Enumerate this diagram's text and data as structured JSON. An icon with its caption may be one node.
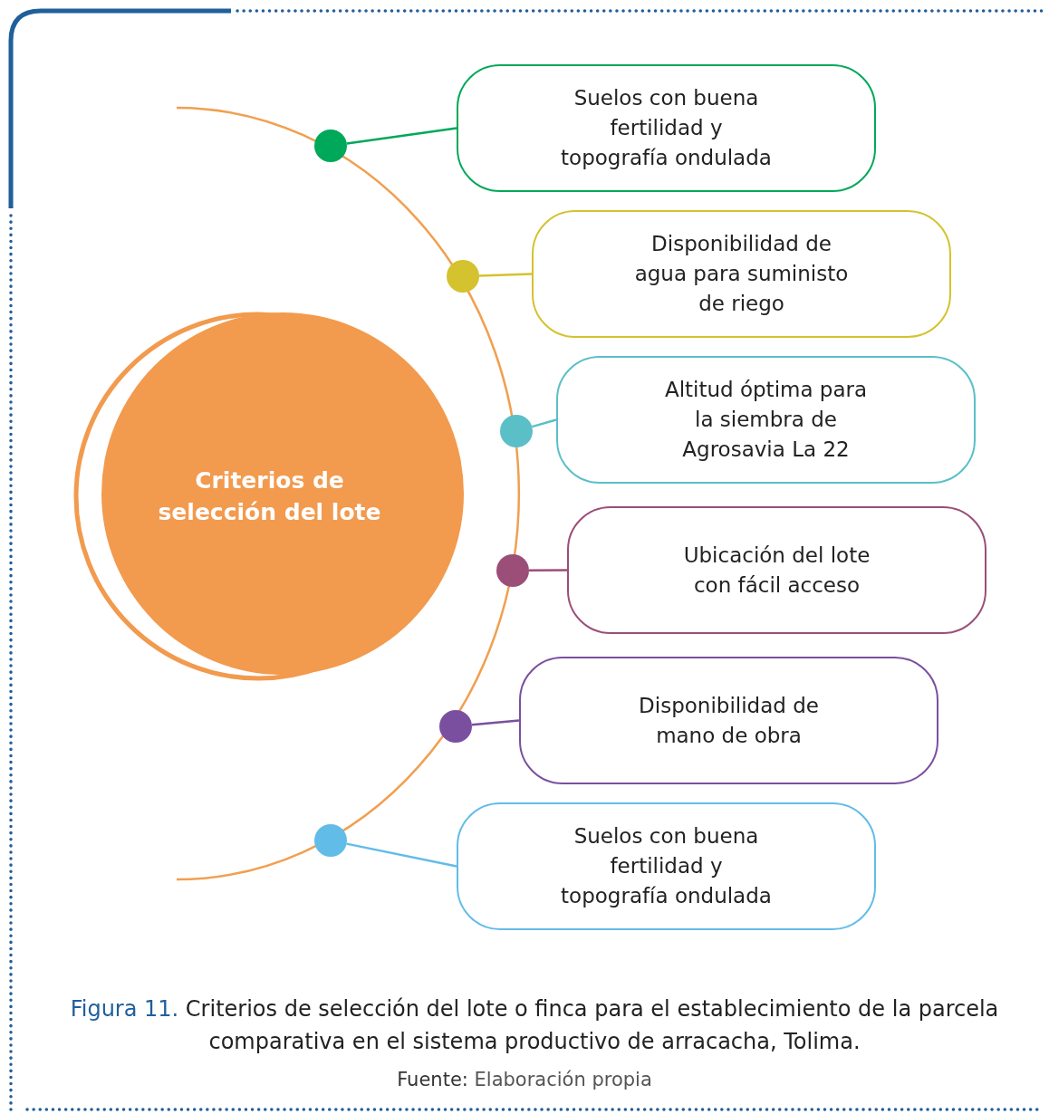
{
  "diagram": {
    "caption": "**Figura 11.** Criterios de selección del lote o finca para el establecimiento de la parcela comparativa en el sistema productivo de arracacha, Tolima.",
    "nodes": [
      {
        "text": [
          "Criterios de selección del lote"
        ]
      },
      {
        "text": [],
        "shape": "circle"
      },
      {
        "text": [
          "Suelos con buena fertilidad y topografía ondulada"
        ]
      },
      {
        "text": [],
        "shape": "circle"
      },
      {
        "text": [
          "Disponibilidad de agua para suministo de riego"
        ]
      },
      {
        "text": [],
        "shape": "circle"
      },
      {
        "text": [
          "Altitud óptima para la siembra de Agrosavia La 22"
        ]
      },
      {
        "text": [],
        "shape": "circle"
      },
      {
        "text": [
          "Ubicación del lote con fácil acceso"
        ]
      },
      {
        "text": [],
        "shape": "circle"
      },
      {
        "text": [
          "Disponibilidad de mano de obra"
        ]
      },
      {
        "text": [],
        "shape": "circle"
      },
      {
        "text": [
          "Suelos con buena fertilidad y topografía ondulada"
        ]
      }
    ],
    "edges": [
      {
        "from": 1,
        "to": 2,
        "arrow": "none",
        "color": "#00a85a"
      },
      {
        "from": 3,
        "to": 4,
        "arrow": "none",
        "color": "#d4c22f"
      },
      {
        "from": 5,
        "to": 6,
        "arrow": "none",
        "color": "#5bbfc8"
      },
      {
        "from": 7,
        "to": 8,
        "arrow": "none",
        "color": "#9a4e78"
      },
      {
        "from": 9,
        "to": 10,
        "arrow": "none",
        "color": "#7b4fa0"
      },
      {
        "from": 11,
        "to": 12,
        "arrow": "none",
        "color": "#62bce8"
      }
    ],
    "labels": [
      "**Fuente:** Elaboración propia"
    ]
  }
}
